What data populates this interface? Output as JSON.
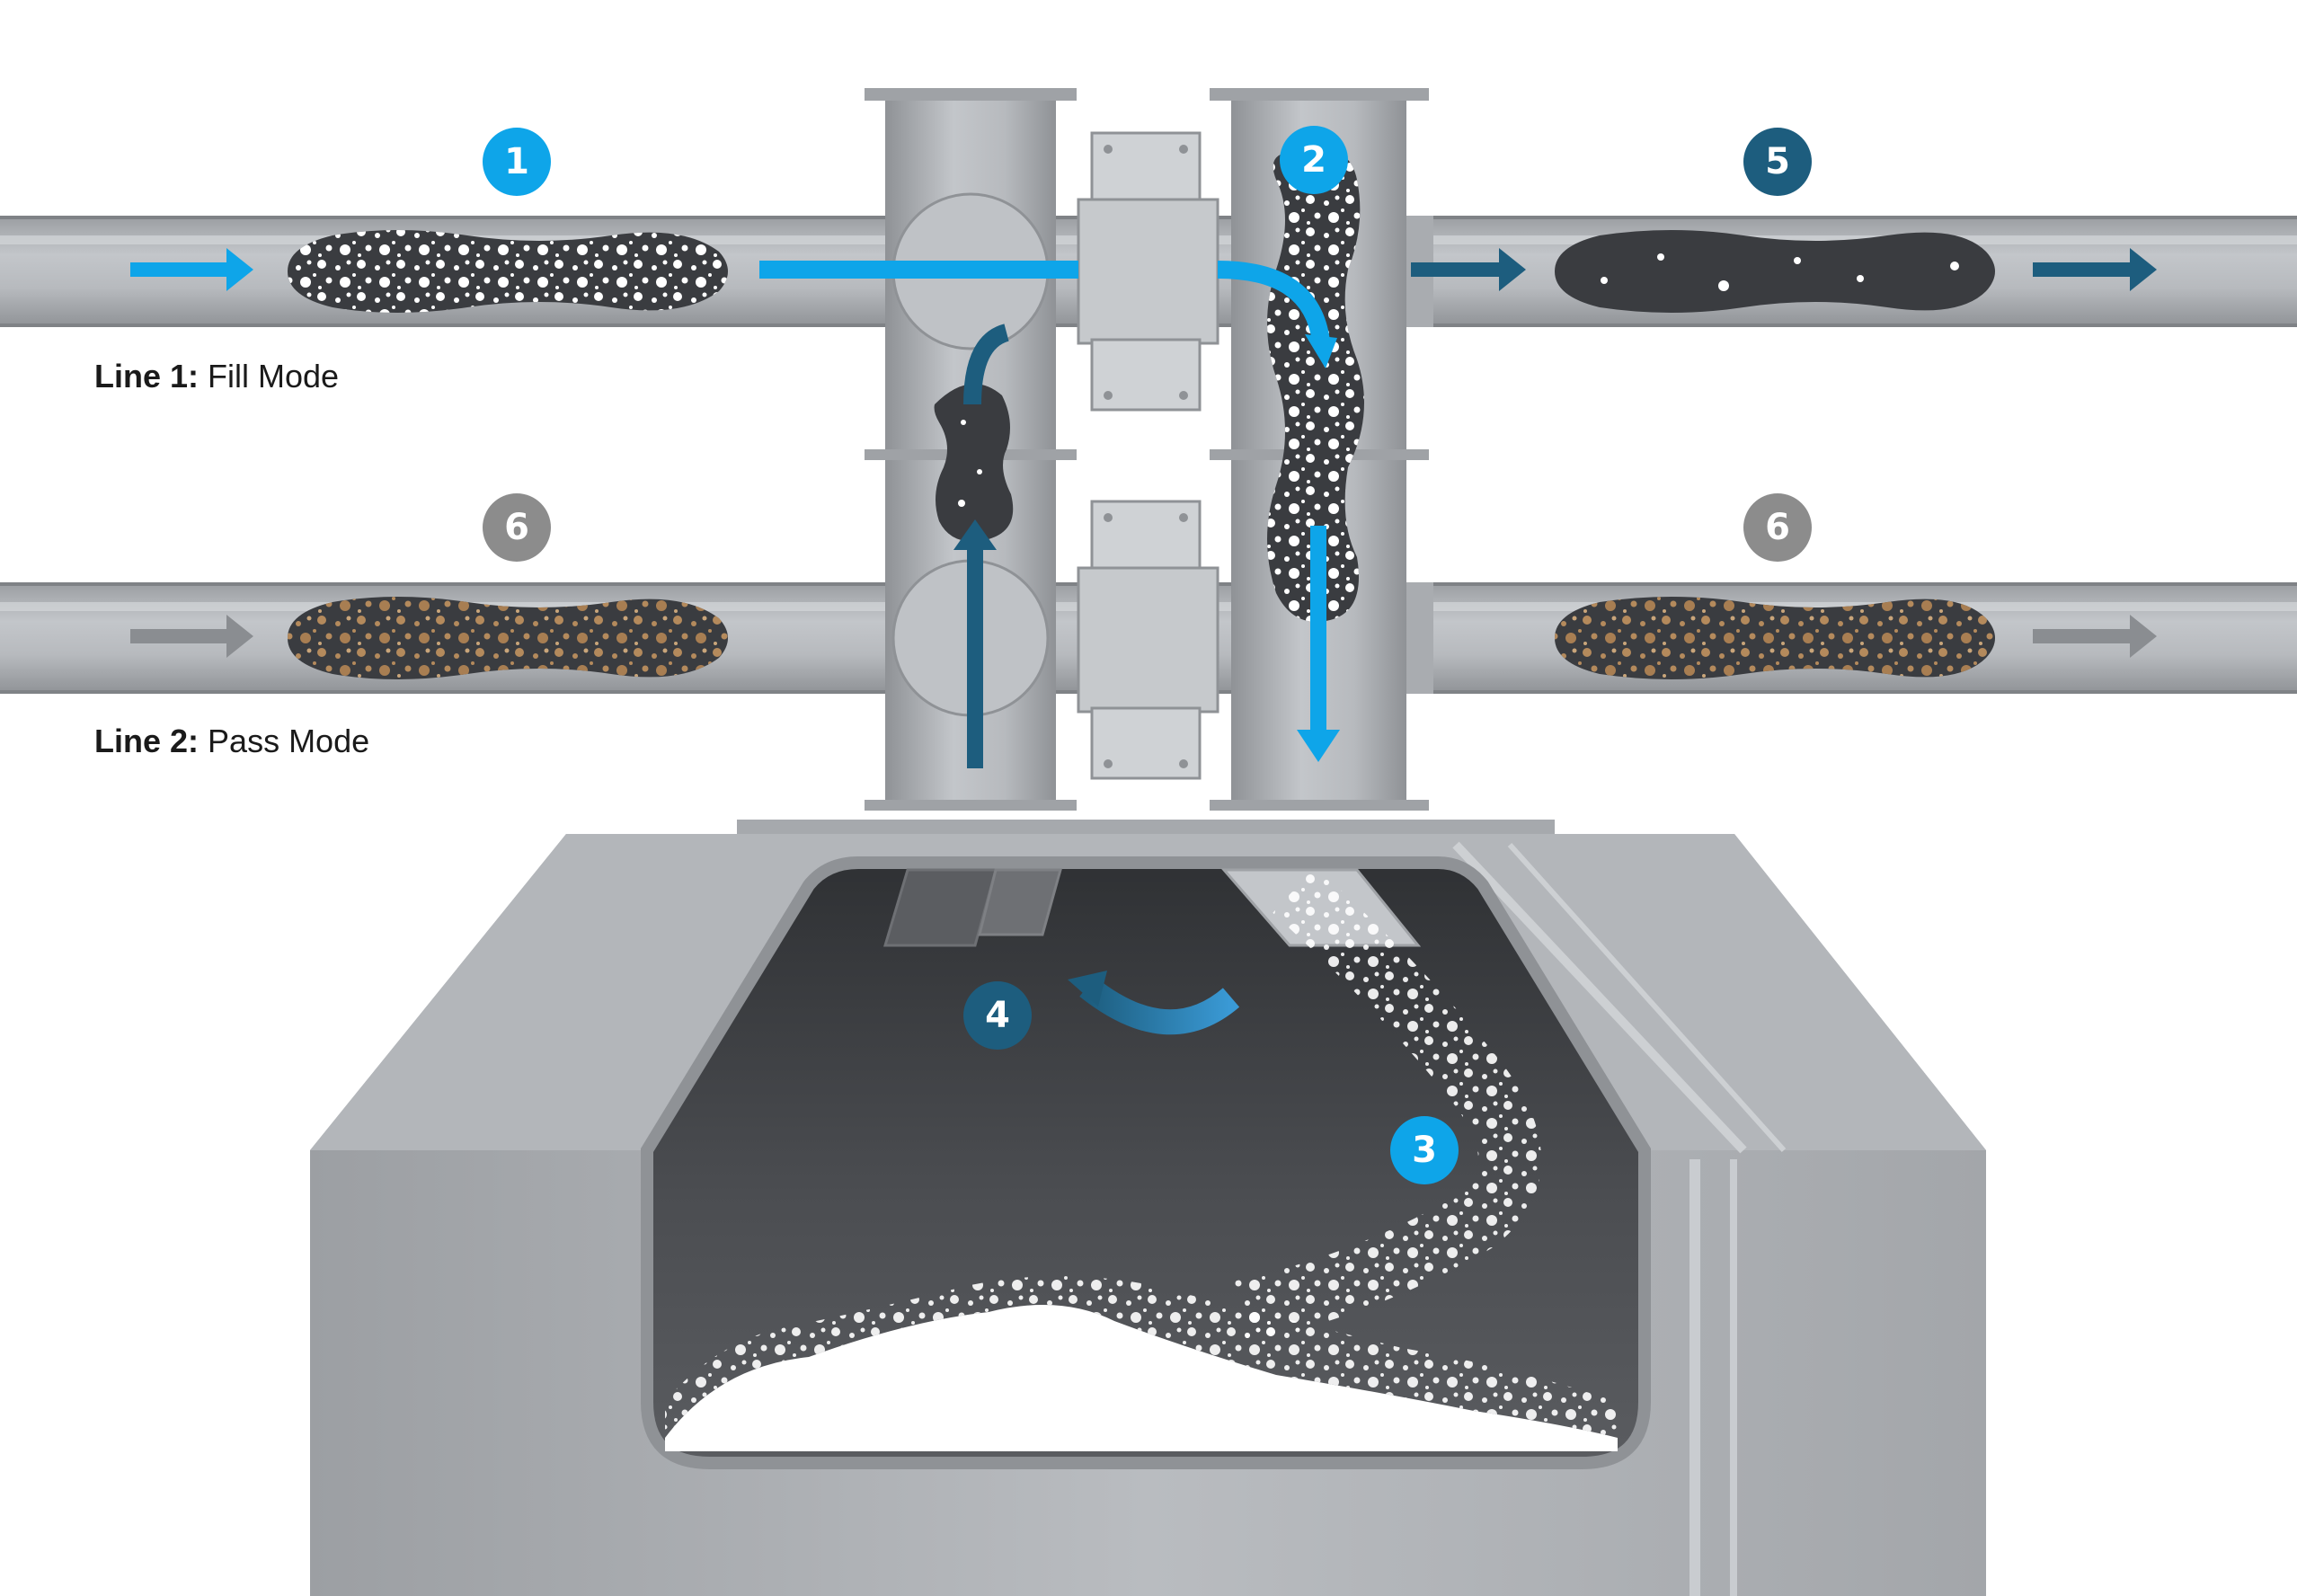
{
  "labels": {
    "line1": {
      "bold": "Line 1:",
      "mode": "Fill Mode"
    },
    "line2": {
      "bold": "Line 2:",
      "mode": "Pass Mode"
    }
  },
  "steps": [
    "1",
    "2",
    "3",
    "4",
    "5",
    "6",
    "6"
  ],
  "colors": {
    "bright_blue": "#0ea5e9",
    "dark_blue": "#1d5d7e",
    "gray_badge": "#8c8c8c",
    "pipe": "#b4b7bb",
    "chamber": "#3f4145",
    "powder": "#ffffff",
    "tan_particles": "#b48a5c"
  },
  "icons": [
    "flow-arrow-icon",
    "rotation-arrow-icon",
    "powder-particles-icon"
  ]
}
